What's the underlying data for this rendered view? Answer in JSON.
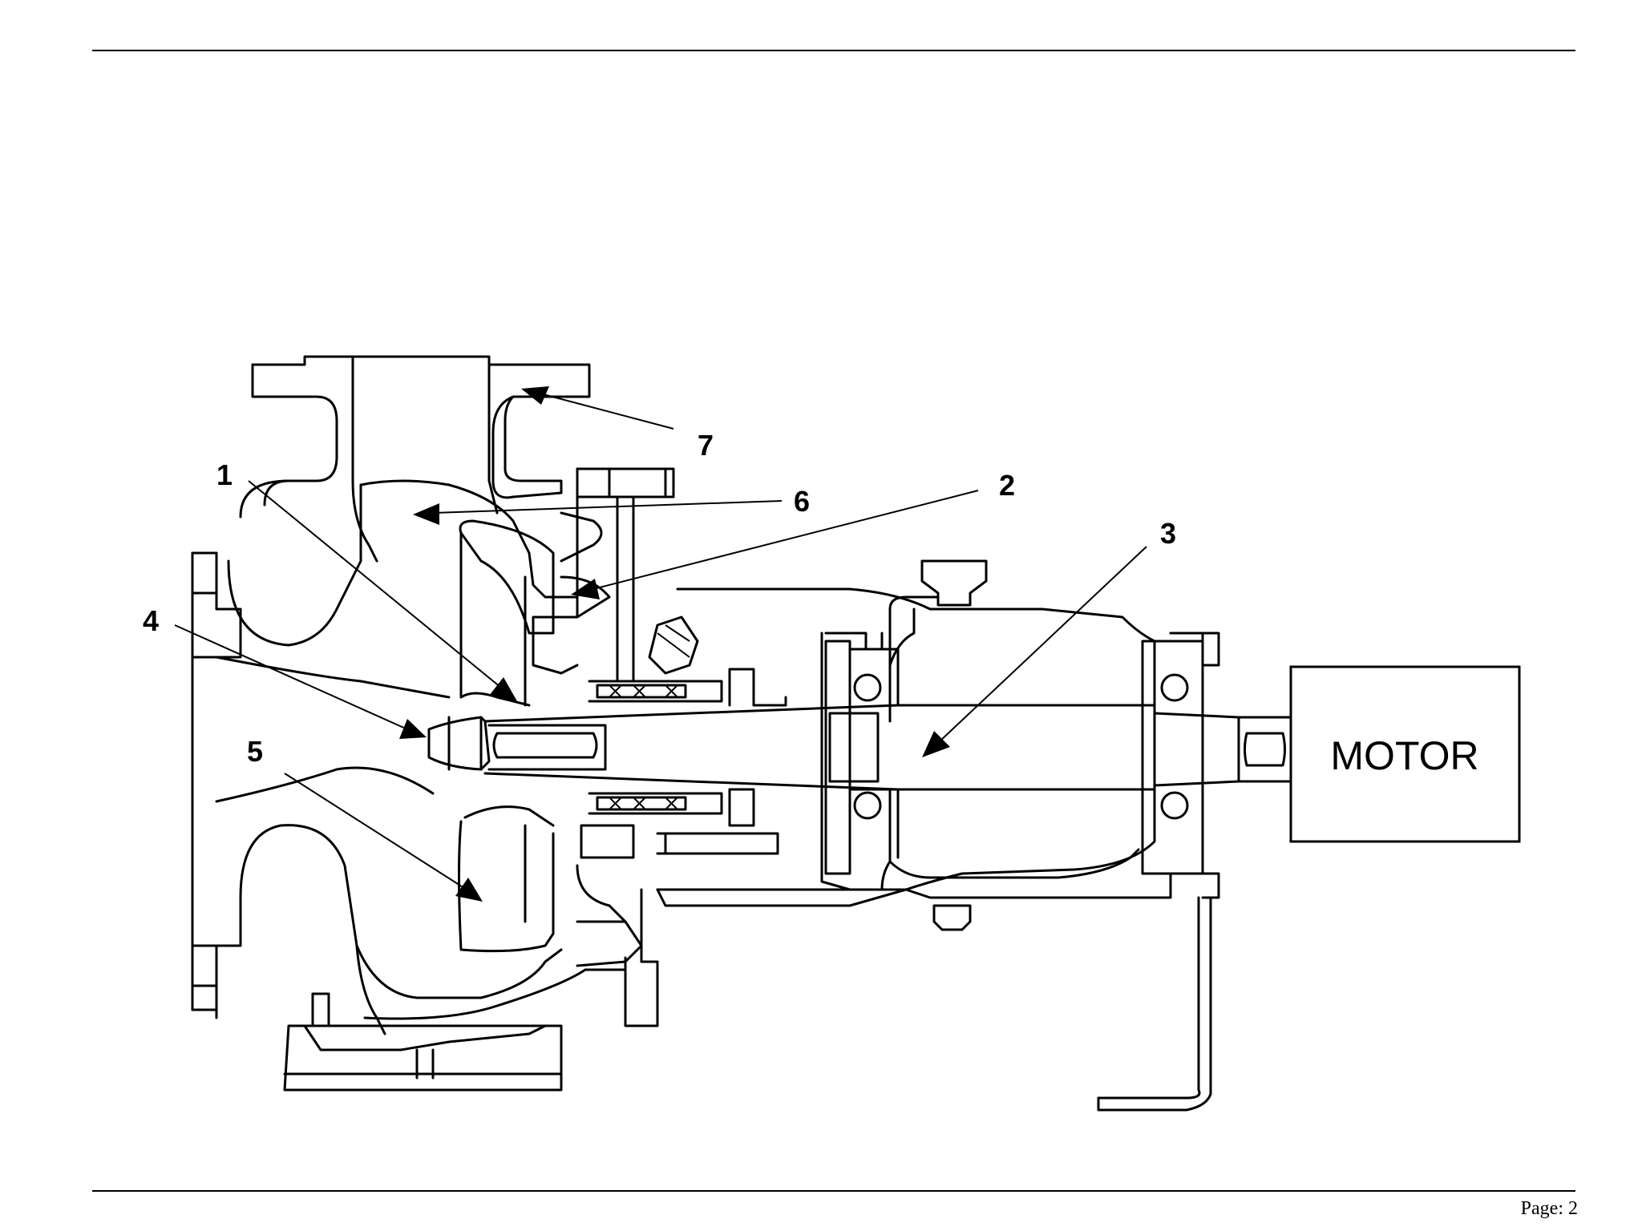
{
  "diagram": {
    "callouts": {
      "c1": "1",
      "c2": "2",
      "c3": "3",
      "c4": "4",
      "c5": "5",
      "c6": "6",
      "c7": "7"
    },
    "motor_label": "MOTOR"
  },
  "footer": {
    "page_label": "Page: 2"
  }
}
